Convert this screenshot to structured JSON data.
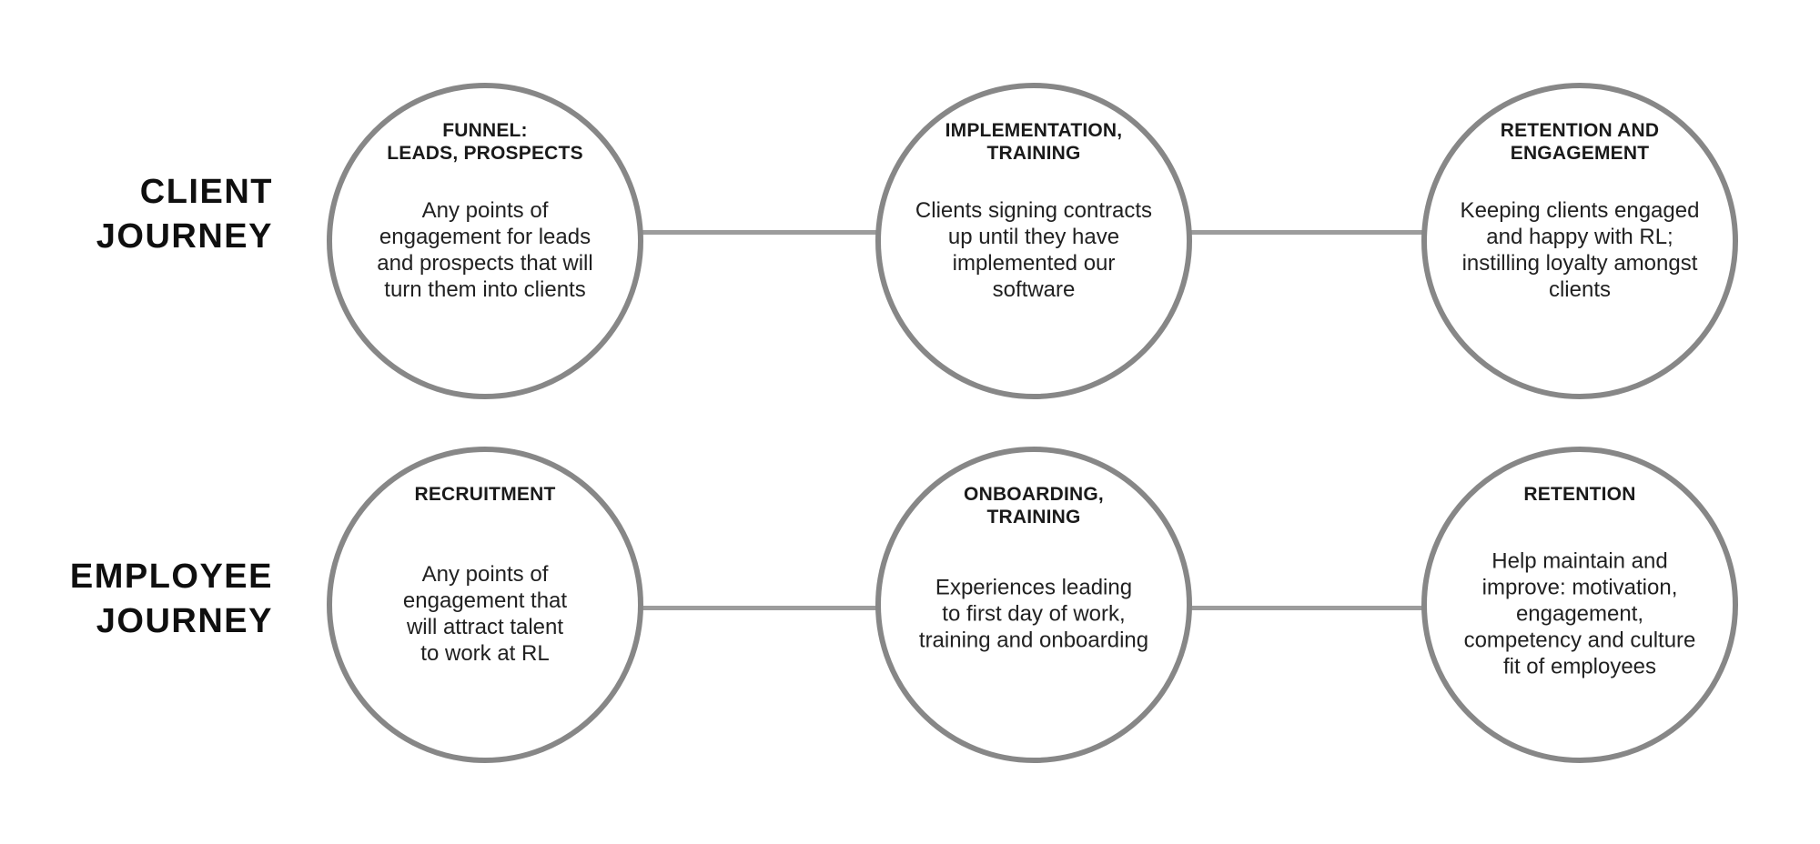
{
  "diagram": {
    "background_color": "#ffffff",
    "circle_border_color": "#878787",
    "connector_color": "#9c9c9c",
    "rows": [
      {
        "label": "CLIENT\nJOURNEY",
        "stages": [
          {
            "title": "FUNNEL:\nLEADS, PROSPECTS",
            "description": "Any points of\nengagement for leads\nand prospects that will\nturn them into clients"
          },
          {
            "title": "IMPLEMENTATION,\nTRAINING",
            "description": "Clients signing contracts\nup until they have\nimplemented our\nsoftware"
          },
          {
            "title": "RETENTION AND\nENGAGEMENT",
            "description": "Keeping clients engaged\nand happy with RL;\ninstilling loyalty amongst\nclients"
          }
        ]
      },
      {
        "label": "EMPLOYEE\nJOURNEY",
        "stages": [
          {
            "title": "RECRUITMENT",
            "description": "Any points of\nengagement that\nwill attract talent\nto work at RL"
          },
          {
            "title": "ONBOARDING,\nTRAINING",
            "description": "Experiences leading\nto first day of work,\ntraining and onboarding"
          },
          {
            "title": "RETENTION",
            "description": "Help maintain and\nimprove: motivation,\nengagement,\ncompetency and culture\nfit of employees"
          }
        ]
      }
    ]
  }
}
